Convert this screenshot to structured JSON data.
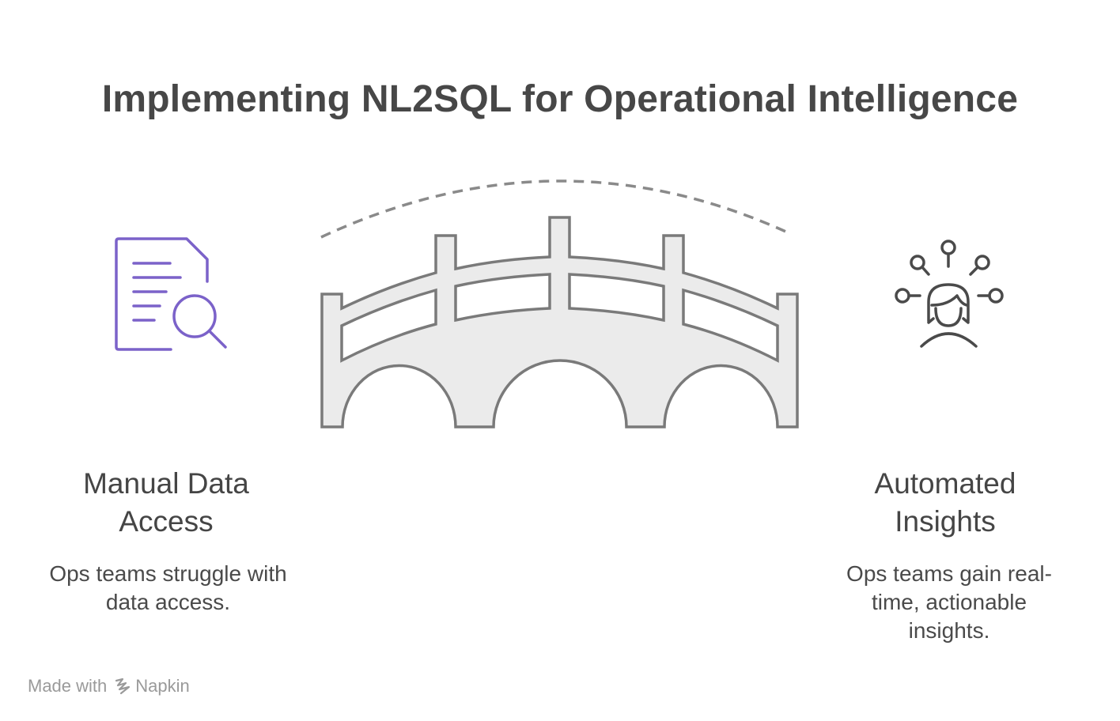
{
  "title": "Implementing NL2SQL for Operational Intelligence",
  "left": {
    "heading": "Manual Data Access",
    "description": "Ops teams struggle with data access.",
    "icon": "document-search-icon",
    "accent": "#7b62c9"
  },
  "right": {
    "heading": "Automated Insights",
    "description": "Ops teams gain real-time, actionable insights.",
    "icon": "person-ideas-icon"
  },
  "center": {
    "icon": "bridge-icon"
  },
  "footer": {
    "made_with": "Made with",
    "brand": "Napkin"
  },
  "colors": {
    "title": "#474747",
    "stroke": "#7a7a7a",
    "bridge_fill": "#ebebeb",
    "accent": "#7b62c9"
  }
}
